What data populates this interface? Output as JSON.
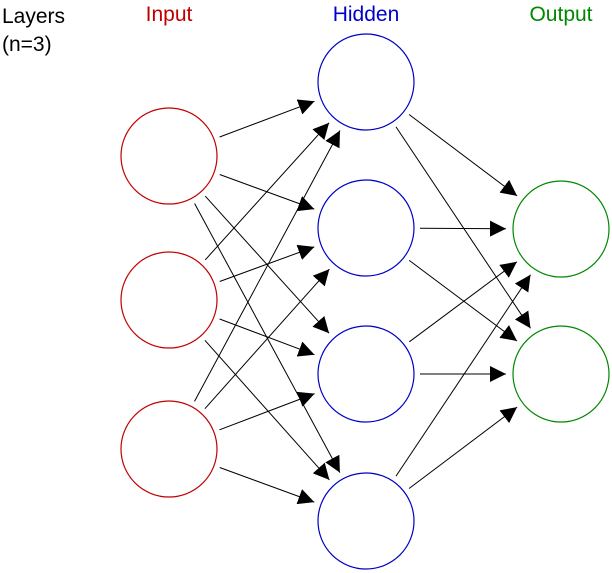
{
  "legend": {
    "line1": "Layers",
    "line2": "(n=3)"
  },
  "layers": [
    {
      "key": "input",
      "label": "Input",
      "color": "#c00000",
      "count": 3
    },
    {
      "key": "hidden",
      "label": "Hidden",
      "color": "#0000c8",
      "count": 4
    },
    {
      "key": "output",
      "label": "Output",
      "color": "#008800",
      "count": 2
    }
  ],
  "connections": "fully-connected"
}
